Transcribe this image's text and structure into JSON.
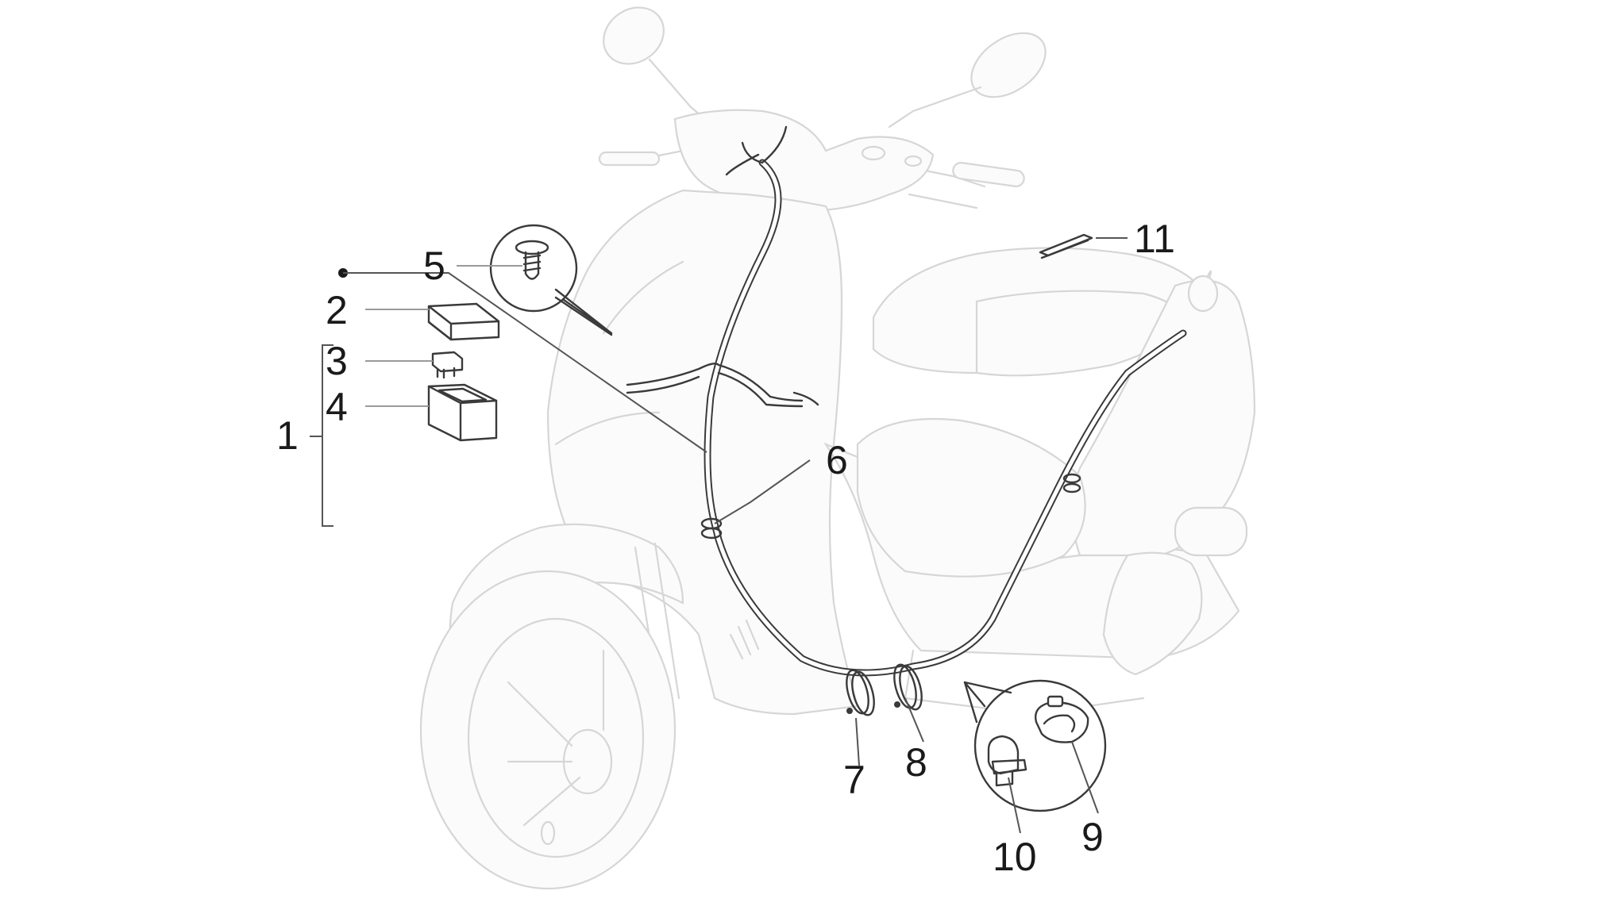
{
  "callouts": [
    {
      "id": "c1",
      "text": "1"
    },
    {
      "id": "c2",
      "text": "2"
    },
    {
      "id": "c3",
      "text": "3"
    },
    {
      "id": "c4",
      "text": "4"
    },
    {
      "id": "c5",
      "text": "5"
    },
    {
      "id": "c6",
      "text": "6"
    },
    {
      "id": "c7",
      "text": "7"
    },
    {
      "id": "c8",
      "text": "8"
    },
    {
      "id": "c9",
      "text": "9"
    },
    {
      "id": "c10",
      "text": "10"
    },
    {
      "id": "c11",
      "text": "11"
    }
  ],
  "colors": {
    "outline_ghost": "#d6d6d6",
    "part_stroke": "#3a3a3a",
    "text": "#1a1a1a",
    "background": "#ffffff"
  },
  "icons": [
    "scooter-outline-icon",
    "wiring-harness-icon",
    "screw-icon",
    "battery-icon",
    "fuse-icon",
    "fuse-holder-icon",
    "cable-tie-icon",
    "cable-clip-icon",
    "cable-guide-icon"
  ]
}
